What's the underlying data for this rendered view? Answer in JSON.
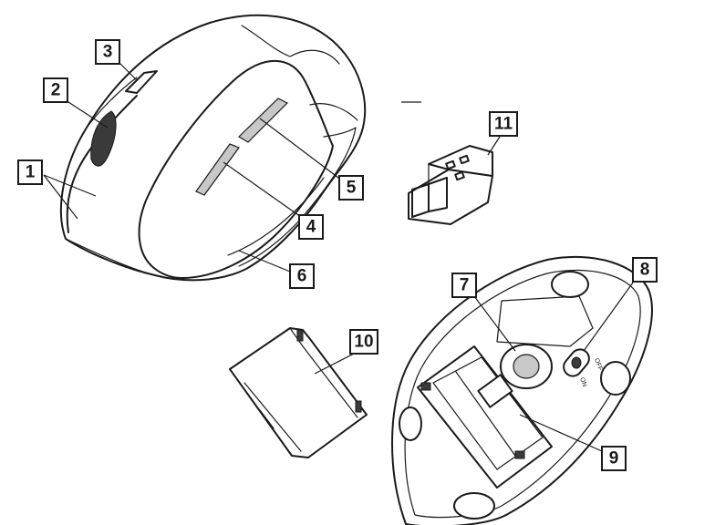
{
  "callouts": {
    "c1": "1",
    "c2": "2",
    "c3": "3",
    "c4": "4",
    "c5": "5",
    "c6": "6",
    "c7": "7",
    "c8": "8",
    "c9": "9",
    "c10": "10",
    "c11": "11"
  },
  "switch_labels": {
    "off": "OFF",
    "on": "ON"
  },
  "colors": {
    "line": "#1a1a1a",
    "shade": "#c8c8c8",
    "background": "#ffffff"
  }
}
